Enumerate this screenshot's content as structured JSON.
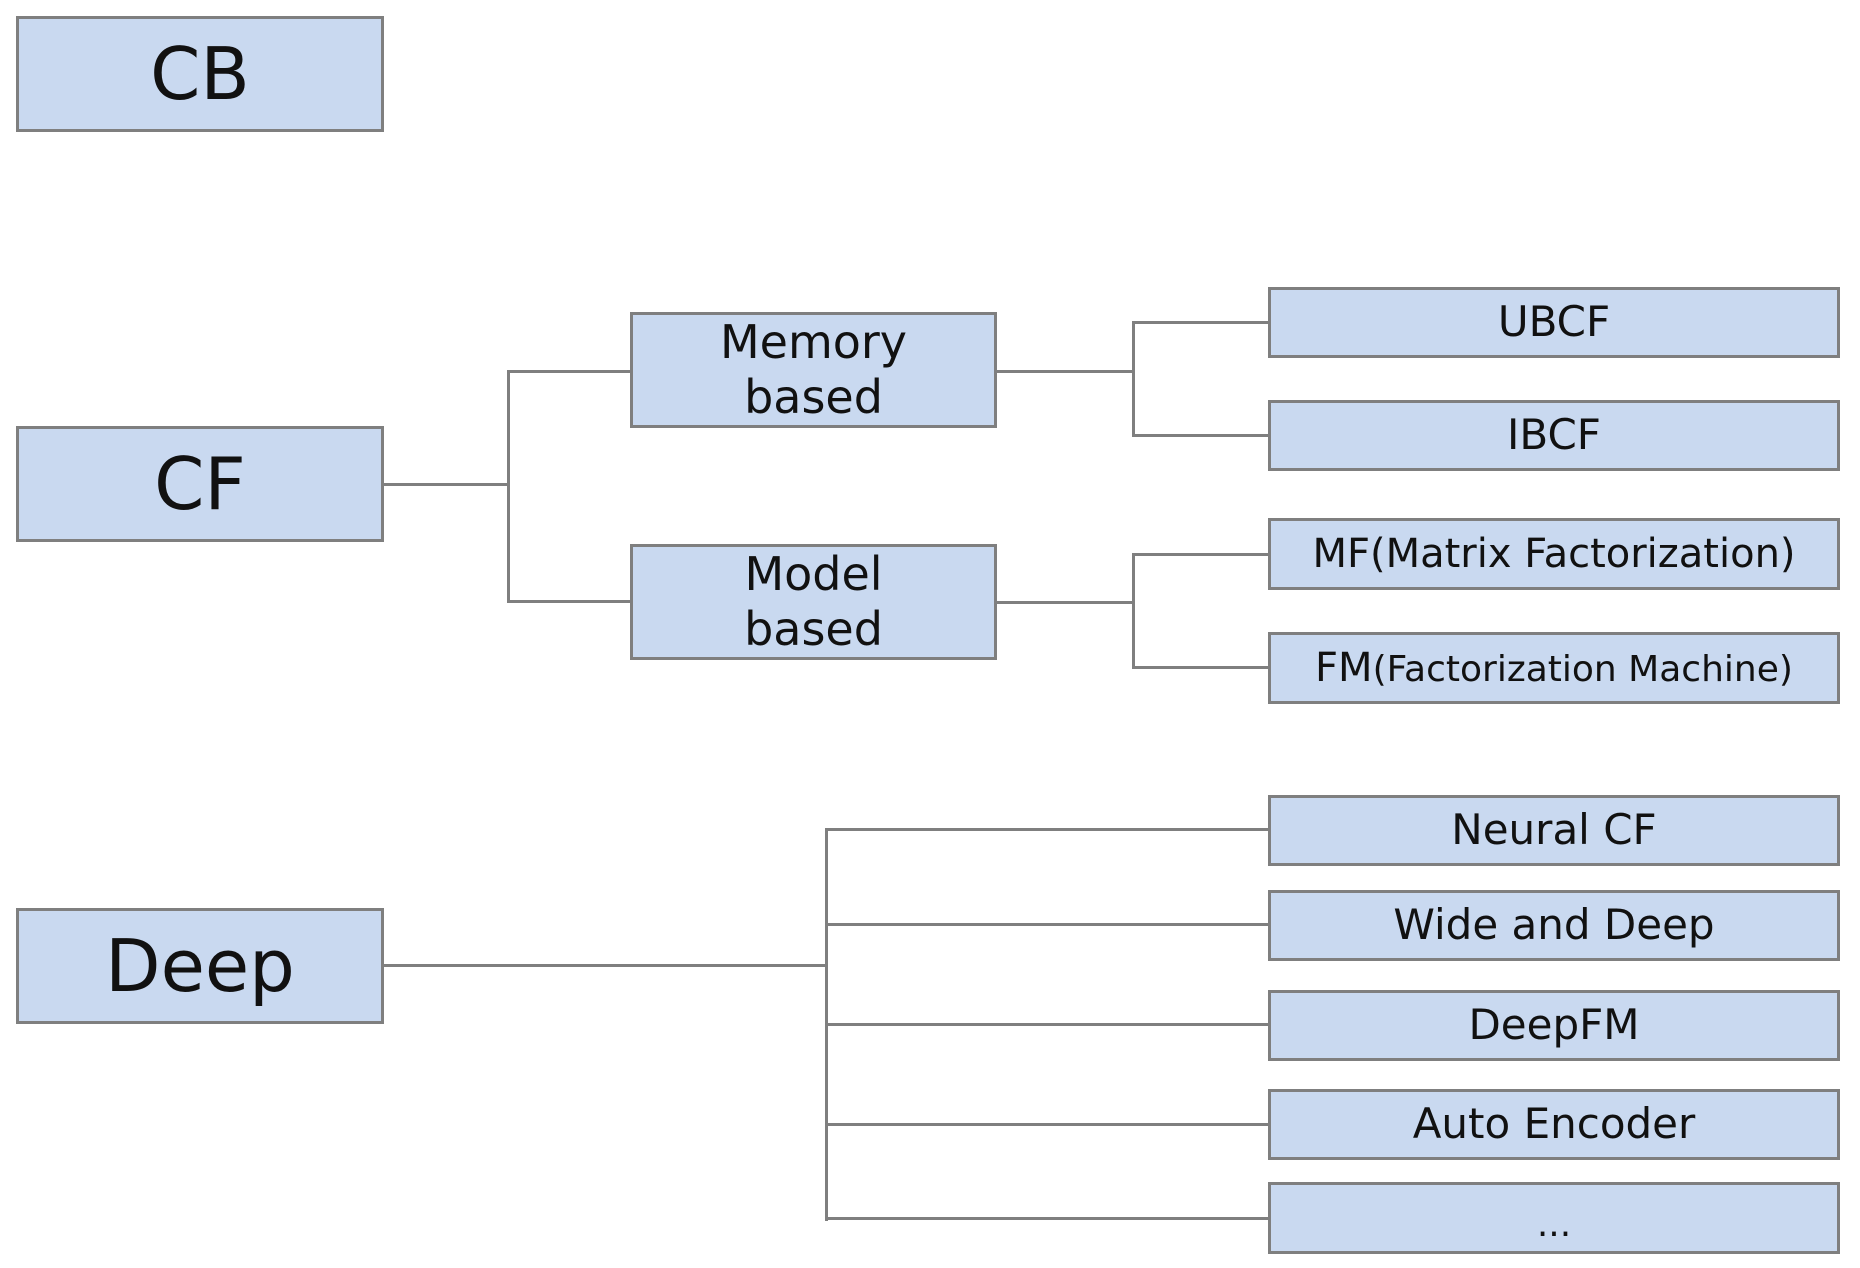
{
  "roots": {
    "cb": "CB",
    "cf": "CF",
    "deep": "Deep"
  },
  "cf_children": {
    "memory": {
      "line1": "Memory",
      "line2": "based"
    },
    "model": {
      "line1": "Model",
      "line2": "based"
    }
  },
  "memory_children": [
    "UBCF",
    "IBCF"
  ],
  "model_children": {
    "mf": "MF(Matrix Factorization)",
    "fm_prefix": "FM",
    "fm_rest": "(Factorization Machine)"
  },
  "deep_children": [
    "Neural CF",
    "Wide and Deep",
    "DeepFM",
    "Auto Encoder",
    "..."
  ],
  "colors": {
    "box_fill": "#c9d9f0",
    "box_border": "#7f7f7f",
    "line": "#7f7f7f"
  }
}
